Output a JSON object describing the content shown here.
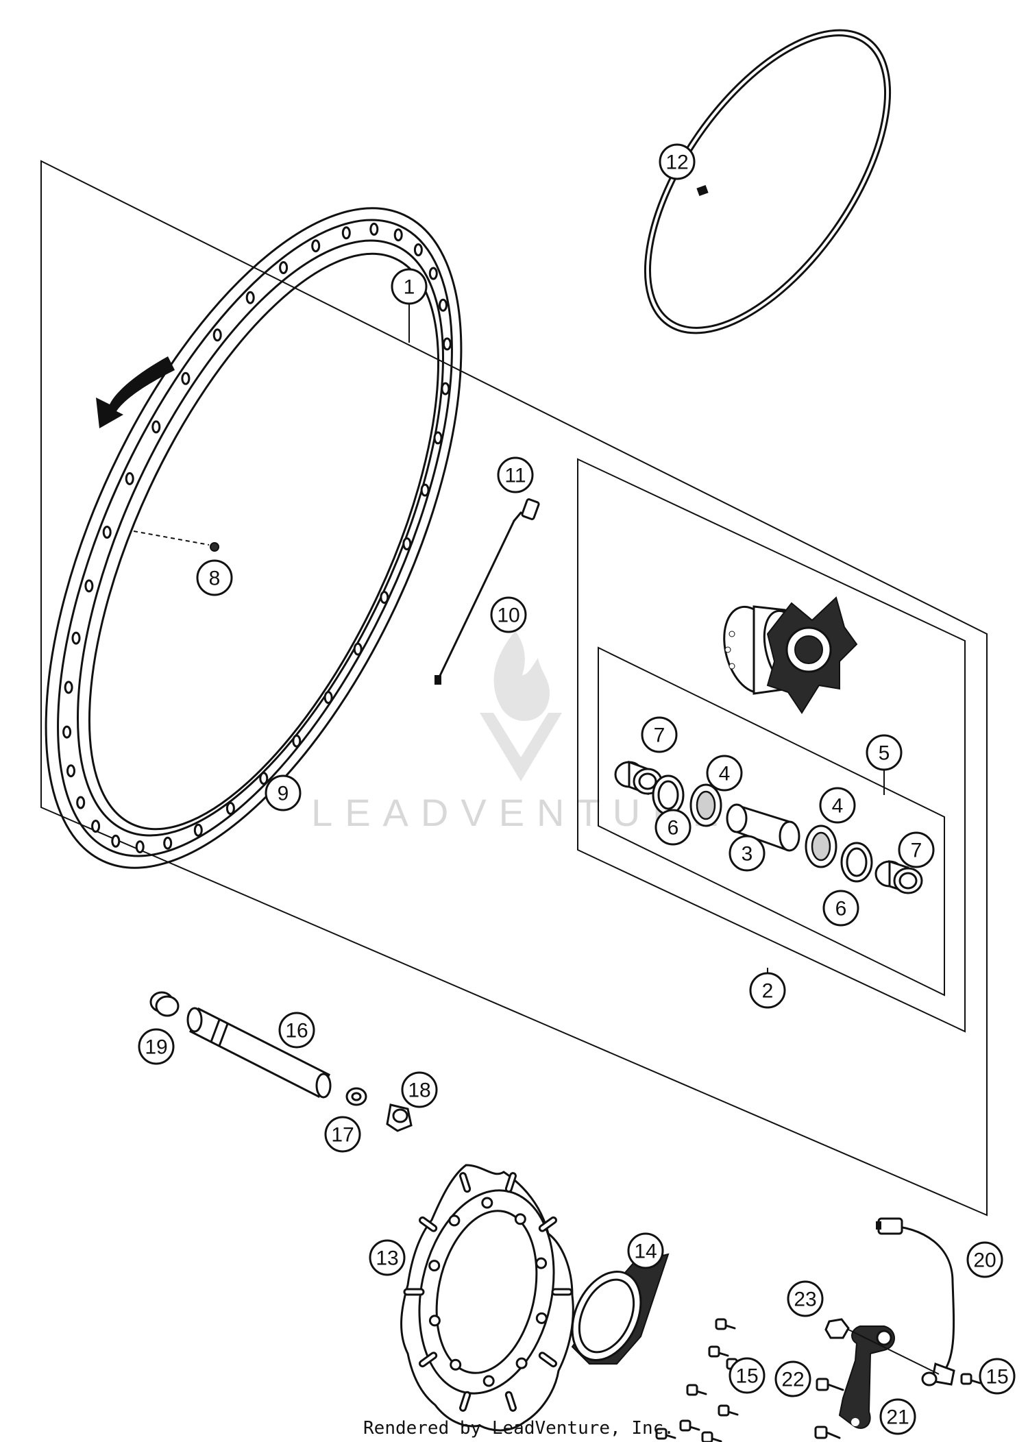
{
  "callouts": [
    {
      "id": "c1",
      "label": "1"
    },
    {
      "id": "c2",
      "label": "2"
    },
    {
      "id": "c3",
      "label": "3"
    },
    {
      "id": "c4a",
      "label": "4"
    },
    {
      "id": "c4b",
      "label": "4"
    },
    {
      "id": "c5",
      "label": "5"
    },
    {
      "id": "c6a",
      "label": "6"
    },
    {
      "id": "c6b",
      "label": "6"
    },
    {
      "id": "c7a",
      "label": "7"
    },
    {
      "id": "c7b",
      "label": "7"
    },
    {
      "id": "c8",
      "label": "8"
    },
    {
      "id": "c9",
      "label": "9"
    },
    {
      "id": "c10",
      "label": "10"
    },
    {
      "id": "c11",
      "label": "11"
    },
    {
      "id": "c12",
      "label": "12"
    },
    {
      "id": "c13",
      "label": "13"
    },
    {
      "id": "c14",
      "label": "14"
    },
    {
      "id": "c15a",
      "label": "15"
    },
    {
      "id": "c15b",
      "label": "15"
    },
    {
      "id": "c16",
      "label": "16"
    },
    {
      "id": "c17",
      "label": "17"
    },
    {
      "id": "c18",
      "label": "18"
    },
    {
      "id": "c19",
      "label": "19"
    },
    {
      "id": "c20",
      "label": "20"
    },
    {
      "id": "c21",
      "label": "21"
    },
    {
      "id": "c22",
      "label": "22"
    },
    {
      "id": "c23",
      "label": "23"
    }
  ],
  "watermark": "LEADVENTURE",
  "credit": "Rendered by LeadVenture, Inc."
}
